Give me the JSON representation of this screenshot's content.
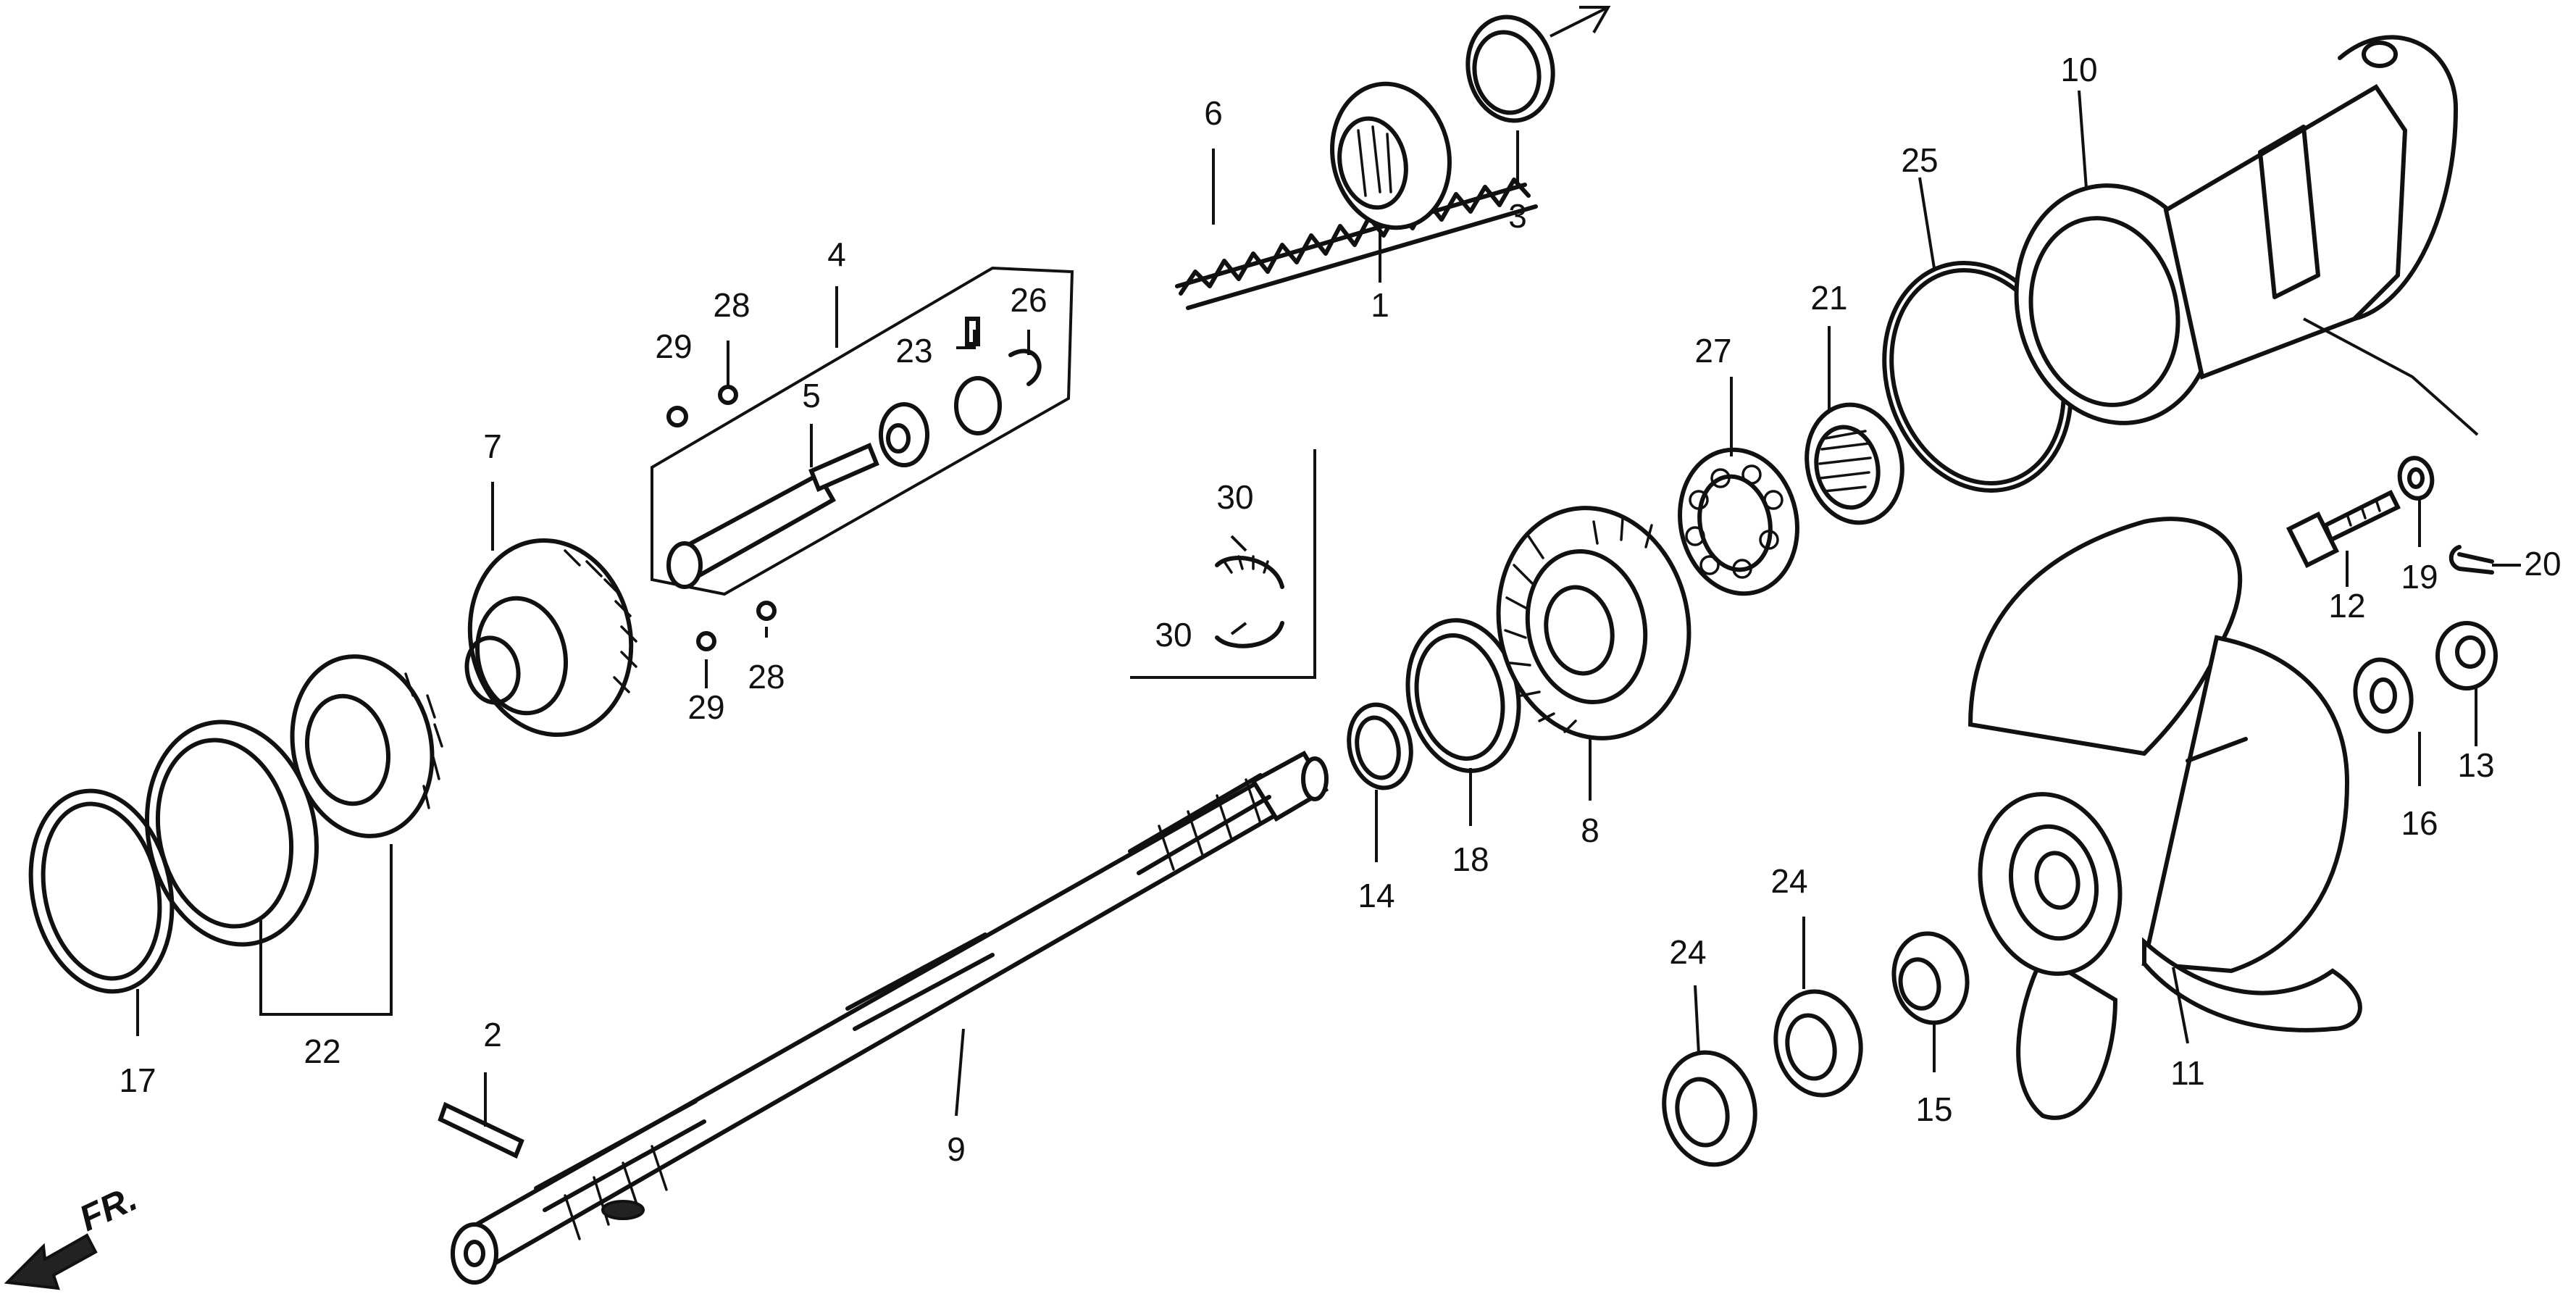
{
  "diagram": {
    "callouts": {
      "c1": "1",
      "c2": "2",
      "c3": "3",
      "c4": "4",
      "c5": "5",
      "c6": "6",
      "c7": "7",
      "c8": "8",
      "c9": "9",
      "c10": "10",
      "c11": "11",
      "c12": "12",
      "c13": "13",
      "c14": "14",
      "c15": "15",
      "c16": "16",
      "c17": "17",
      "c18": "18",
      "c19": "19",
      "c20": "20",
      "c21": "21",
      "c22": "22",
      "c23": "23",
      "c24a": "24",
      "c24b": "24",
      "c25": "25",
      "c26": "26",
      "c27": "27",
      "c28a": "28",
      "c28b": "28",
      "c29a": "29",
      "c29b": "29",
      "c30a": "30",
      "c30b": "30"
    },
    "front_indicator": "FR."
  }
}
